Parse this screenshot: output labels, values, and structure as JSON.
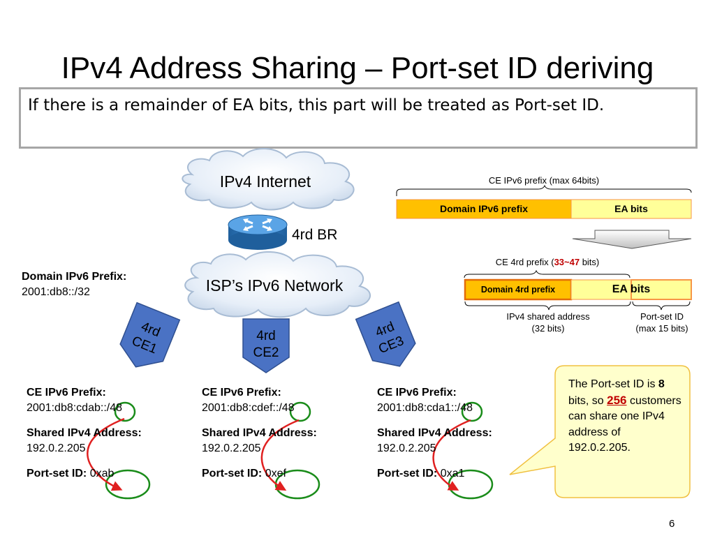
{
  "title": "IPv4 Address Sharing – Port-set ID deriving",
  "intro": "If there is a remainder of EA bits, this part will be treated as Port-set ID.",
  "network": {
    "internet": "IPv4  Internet",
    "br": "4rd BR",
    "isp": "ISP’s IPv6 Network"
  },
  "domain_prefix": {
    "title": "Domain IPv6 Prefix:",
    "value": "2001:db8::/32"
  },
  "ce_devices": [
    {
      "label_line1": "4rd",
      "label_line2": "CE1"
    },
    {
      "label_line1": "4rd",
      "label_line2": "CE2"
    },
    {
      "label_line1": "4rd",
      "label_line2": "CE3"
    }
  ],
  "ce_info": [
    {
      "prefix_label": "CE IPv6 Prefix:",
      "prefix_value": "2001:db8:cdab::/48",
      "addr_label": "Shared IPv4 Address:",
      "addr_value": "192.0.2.205",
      "portset_label": "Port-set ID:",
      "portset_value": "0xab"
    },
    {
      "prefix_label": "CE IPv6 Prefix:",
      "prefix_value": "2001:db8:cdef::/48",
      "addr_label": "Shared IPv4 Address:",
      "addr_value": "192.0.2.205",
      "portset_label": "Port-set ID:",
      "portset_value": "0xef"
    },
    {
      "prefix_label": "CE IPv6 Prefix:",
      "prefix_value": "2001:db8:cda1::/48",
      "addr_label": "Shared IPv4 Address:",
      "addr_value": "192.0.2.205",
      "portset_label": "Port-set ID:",
      "portset_value": "0xa1"
    }
  ],
  "ipv6_bar": {
    "caption": "CE IPv6 prefix (max 64bits)",
    "domain": "Domain IPv6 prefix",
    "ea": "EA bits"
  },
  "rd_bar": {
    "caption_pre": "CE 4rd prefix (",
    "caption_range": "33~47",
    "caption_post": " bits)",
    "domain": "Domain 4rd prefix",
    "ea": "EA bits",
    "addr_caption_1": "IPv4 shared address",
    "addr_caption_2": "(32 bits)",
    "port_caption_1": "Port-set ID",
    "port_caption_2": "(max 15 bits)"
  },
  "callout": {
    "t1": "The Port-set ID is ",
    "bits": "8",
    "t2": " bits, so ",
    "count": "256",
    "t3": " customers can share one IPv4 address of 192.0.2.205."
  },
  "page_number": "6",
  "colors": {
    "cloud_fill": "#dde8f4",
    "cloud_stroke": "#9db5cf",
    "ce_fill": "#4a72c4",
    "ce_stroke": "#2f4f8f",
    "domain_bar": "#ffc000",
    "ea_bar": "#ffff99",
    "bar_border": "#f79646",
    "callout_fill": "#ffffcc",
    "callout_stroke": "#f0c040",
    "circle": "#1a8c1a",
    "arrow": "#e02020",
    "accent_red": "#c00000"
  }
}
